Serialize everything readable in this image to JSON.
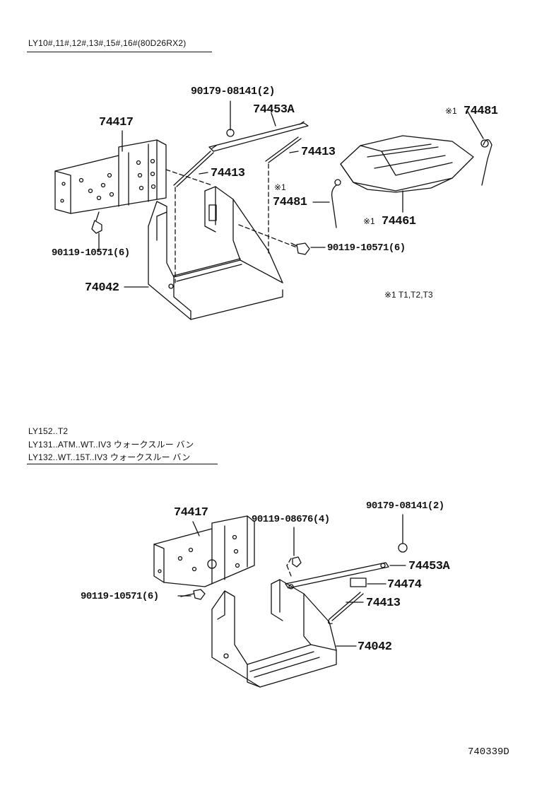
{
  "section_a": {
    "header": "LY10#,11#,12#,13#,15#,16#(80D26RX2)",
    "labels": {
      "p74417": "74417",
      "p90179": "90179-08141(2)",
      "p74453A": "74453A",
      "p74413_left": "74413",
      "p74413_right": "74413",
      "p90119_left": "90119-10571(6)",
      "p90119_right": "90119-10571(6)",
      "p74042": "74042",
      "p74481_top": "74481",
      "p74481_left": "74481",
      "p74461": "74461",
      "mark1": "※1",
      "mark2": "※1",
      "mark3": "※1",
      "footnote": "※1 T1,T2,T3"
    }
  },
  "section_b": {
    "header_lines": [
      "LY152..T2",
      "LY131..ATM..WT..IV3 ウォークスルー バン",
      "LY132..WT..15T..IV3 ウォークスルー バン"
    ],
    "labels": {
      "p74417": "74417",
      "p90119_top": "90119-08676(4)",
      "p90179": "90179-08141(2)",
      "p74453A": "74453A",
      "p74474": "74474",
      "p74413": "74413",
      "p74042": "74042",
      "p90119_left": "90119-10571(6)"
    }
  },
  "figure_code": "740339D"
}
